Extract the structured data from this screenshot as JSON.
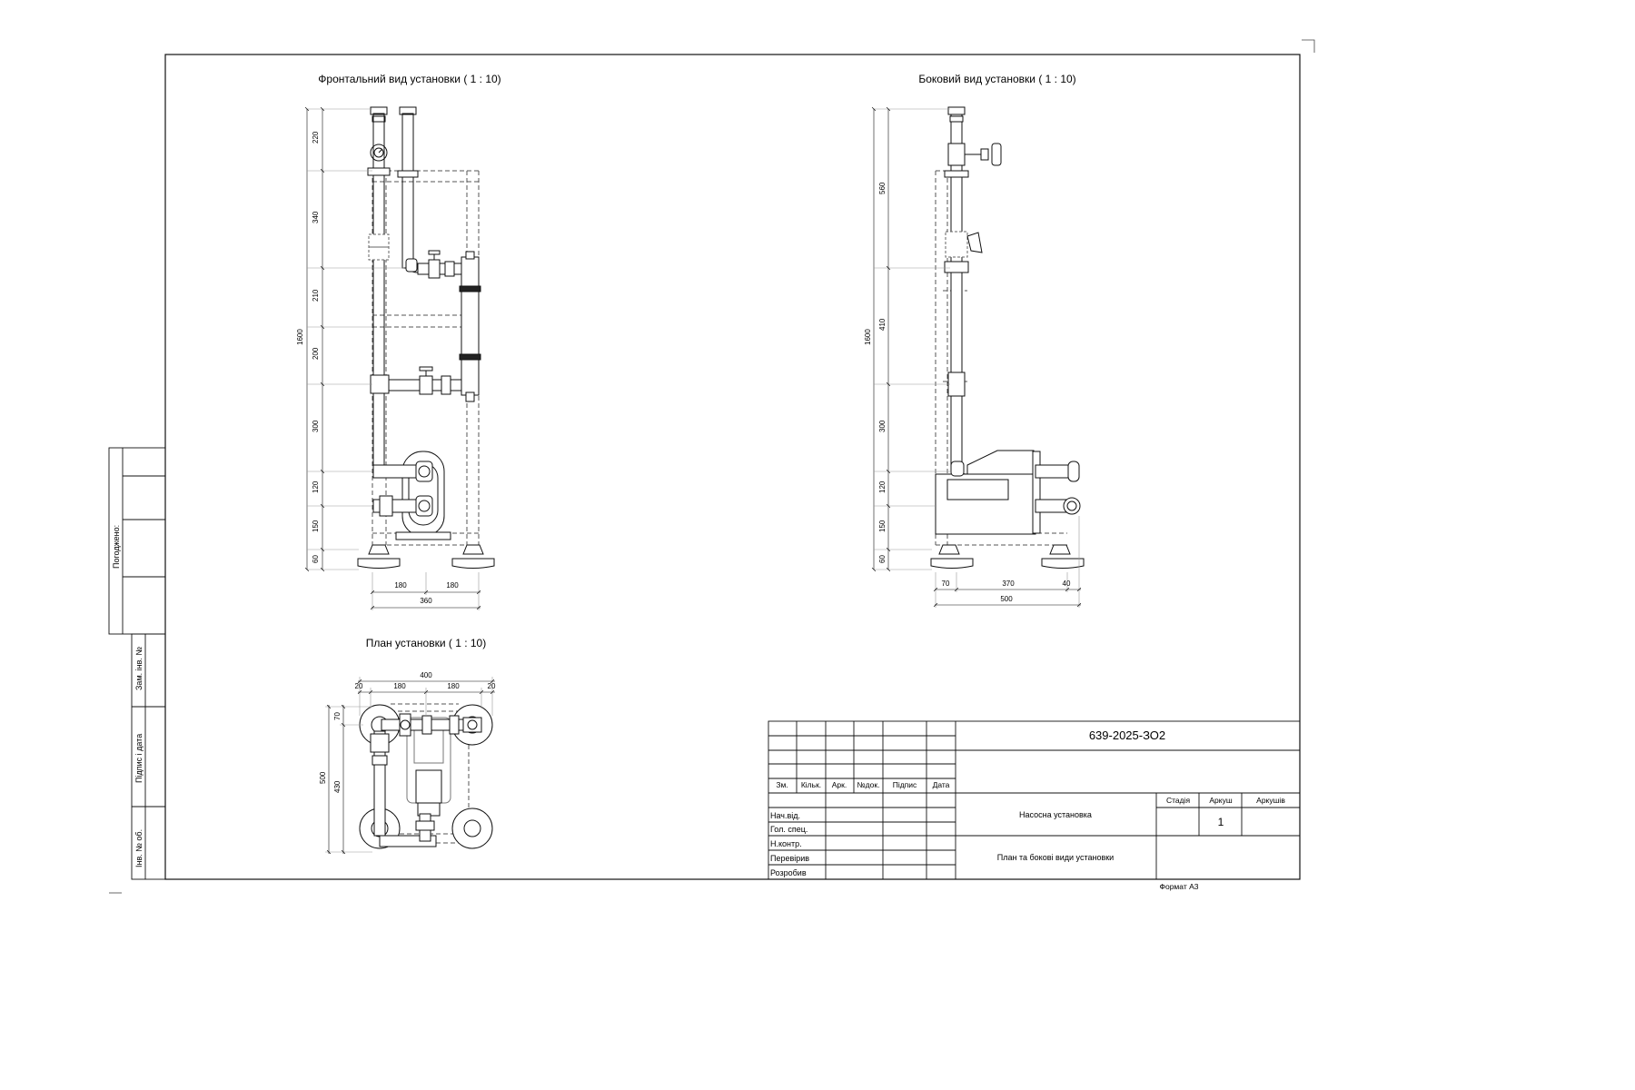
{
  "views": {
    "front": {
      "title": "Фронтальний вид установки ( 1 : 10)",
      "vdims": [
        "220",
        "340",
        "210",
        "200",
        "300",
        "120",
        "150",
        "60"
      ],
      "total": "1600",
      "hdims": [
        "180",
        "180"
      ],
      "htotal": "360"
    },
    "side": {
      "title": "Боковий вид установки ( 1 : 10)",
      "vdims": [
        "560",
        "410",
        "300",
        "120",
        "150",
        "60"
      ],
      "total": "1600",
      "hdims": [
        "70",
        "370",
        "40"
      ],
      "htotal": "500"
    },
    "plan": {
      "title": "План установки ( 1 : 10)",
      "topdims": [
        "20",
        "180",
        "180",
        "20"
      ],
      "toptotal": "400",
      "vdims": [
        "70",
        "430"
      ],
      "vtotal": "500"
    }
  },
  "side_stamp": {
    "approved": "Погоджено:",
    "inv_replace": "Зам. інв. №",
    "sign_date": "Підпис і дата",
    "inv_orig": "Інв. № об."
  },
  "title_block": {
    "doc_code": "639-2025-ЗО2",
    "headers": [
      "Зм.",
      "Кільк.",
      "Арк.",
      "№док.",
      "Підпис",
      "Дата"
    ],
    "roles": [
      "Нач.від.",
      "Гол. спец.",
      "Н.контр.",
      "Перевірив",
      "Розробив"
    ],
    "object_name": "Насосна установка",
    "sheet_name": "План та бокові види установки",
    "stage_label": "Стадія",
    "sheet_label": "Аркуш",
    "sheets_label": "Аркушів",
    "sheet_value": "1",
    "format": "Формат А3"
  }
}
